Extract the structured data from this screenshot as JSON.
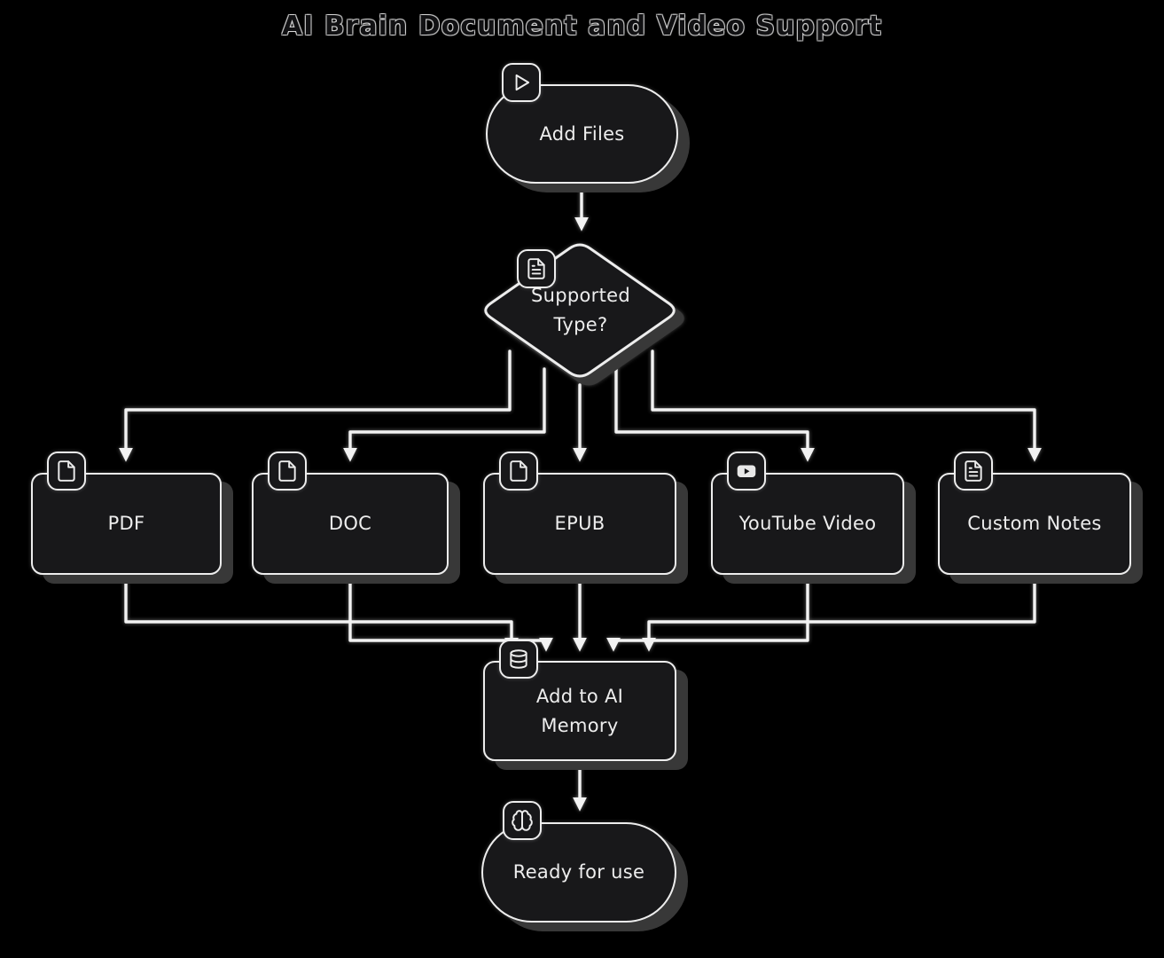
{
  "title": "AI Brain Document and Video Support",
  "colors": {
    "background": "#000000",
    "node_fill": "#18181a",
    "node_border": "#ededed",
    "text": "#ededed",
    "connector": "#f2f2f2",
    "shadow": "#383838"
  },
  "nodes": {
    "add_files": {
      "label": "Add Files",
      "icon": "play-icon",
      "shape": "stadium"
    },
    "supported_type": {
      "label": "Supported Type?",
      "icon": "file-text-icon",
      "shape": "diamond"
    },
    "pdf": {
      "label": "PDF",
      "icon": "file-icon",
      "shape": "box"
    },
    "doc": {
      "label": "DOC",
      "icon": "file-icon",
      "shape": "box"
    },
    "epub": {
      "label": "EPUB",
      "icon": "file-icon",
      "shape": "box"
    },
    "youtube_video": {
      "label": "YouTube Video",
      "icon": "youtube-icon",
      "shape": "box"
    },
    "custom_notes": {
      "label": "Custom Notes",
      "icon": "file-text-icon",
      "shape": "box"
    },
    "add_to_ai_memory": {
      "label": "Add to AI Memory",
      "icon": "database-icon",
      "shape": "box"
    },
    "ready_for_use": {
      "label": "Ready for use",
      "icon": "brain-icon",
      "shape": "stadium"
    }
  },
  "edges": [
    {
      "from": "Add Files",
      "to": "Supported Type?"
    },
    {
      "from": "Supported Type?",
      "to": "PDF"
    },
    {
      "from": "Supported Type?",
      "to": "DOC"
    },
    {
      "from": "Supported Type?",
      "to": "EPUB"
    },
    {
      "from": "Supported Type?",
      "to": "YouTube Video"
    },
    {
      "from": "Supported Type?",
      "to": "Custom Notes"
    },
    {
      "from": "PDF",
      "to": "Add to AI Memory"
    },
    {
      "from": "DOC",
      "to": "Add to AI Memory"
    },
    {
      "from": "EPUB",
      "to": "Add to AI Memory"
    },
    {
      "from": "YouTube Video",
      "to": "Add to AI Memory"
    },
    {
      "from": "Custom Notes",
      "to": "Add to AI Memory"
    },
    {
      "from": "Add to AI Memory",
      "to": "Ready for use"
    }
  ]
}
